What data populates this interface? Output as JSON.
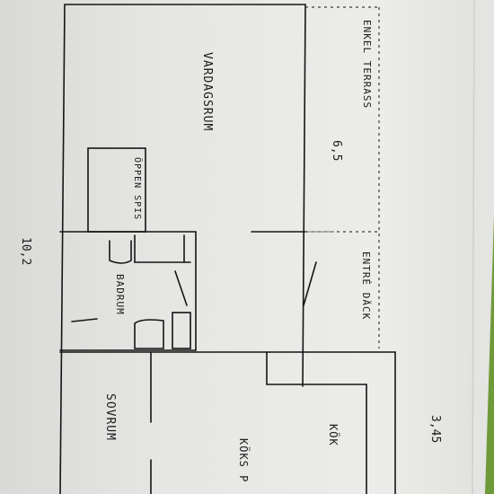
{
  "sketch": {
    "labels": {
      "enkel_terrass": "ENKEL TERRASS",
      "vardagsrum": "VARDAGSRUM",
      "oppen_spis": "ÖPPEN SPIS",
      "badrum": "BADRUM",
      "entre_dack": "ENTRÉ DÄCK",
      "sovrum": "SOVRUM",
      "kok": "KÖK",
      "koks_partial": "KÖKS P"
    },
    "dimensions": {
      "terrace_depth": "6,5",
      "total_length": "10,2",
      "side_length": "3,45"
    }
  }
}
